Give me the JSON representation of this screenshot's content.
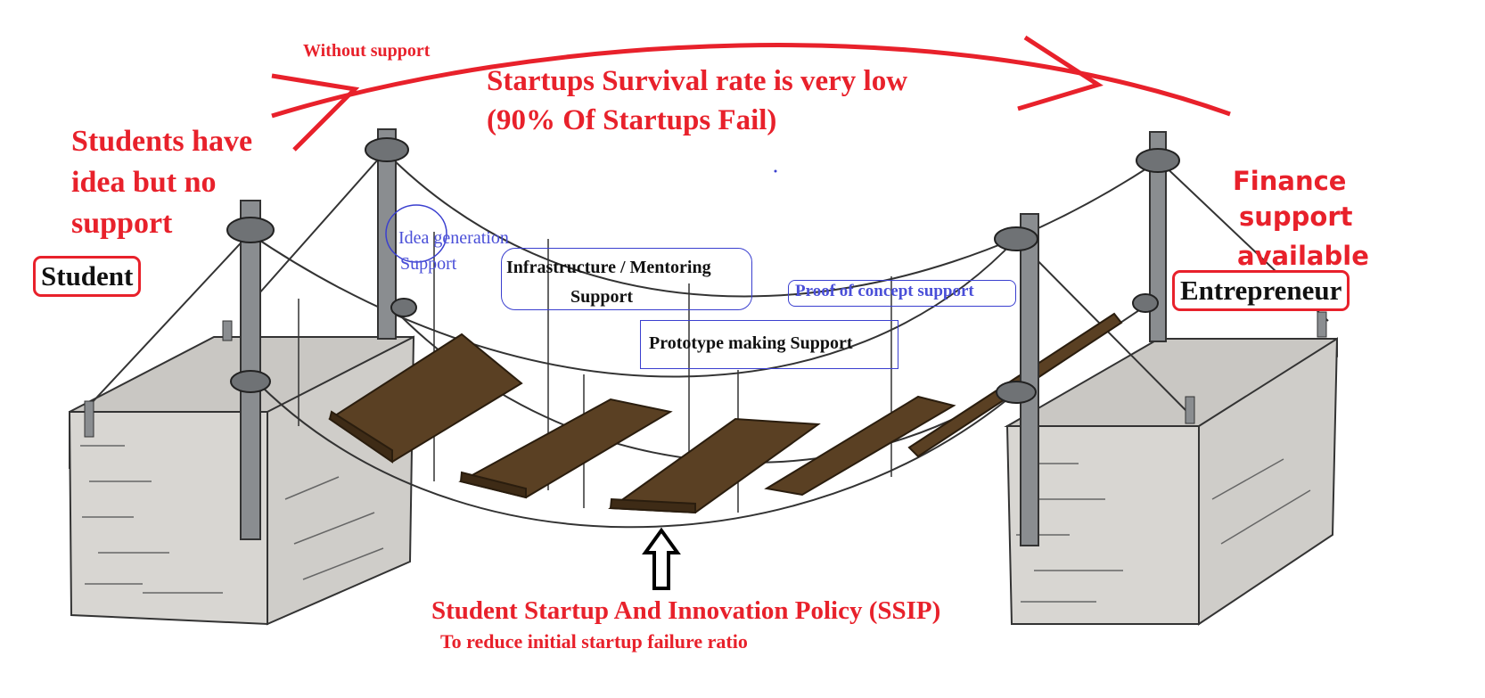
{
  "header": {
    "without_support": "Without support",
    "survival_line1": "Startups Survival rate is very low",
    "survival_line2": "(90% Of Startups Fail)"
  },
  "left": {
    "note_line1": "Students have",
    "note_line2": "idea but no",
    "note_line3": "support",
    "label": "Student"
  },
  "right": {
    "note_line1": "Finance",
    "note_line2": "support",
    "note_line3": "available",
    "label": "Entrepreneur"
  },
  "supports": {
    "idea_line1": "Idea generation",
    "idea_line2": "Support",
    "infra_line1": "Infrastructure / Mentoring",
    "infra_line2": "Support",
    "proof": "Proof of concept support",
    "prototype": "Prototype making Support"
  },
  "footer": {
    "policy": "Student Startup And Innovation Policy (SSIP)",
    "subtitle": "To reduce initial startup failure ratio"
  },
  "colors": {
    "red": "#e8212b",
    "blue": "#4a4fd8",
    "wood": "#5a4023",
    "concrete": "#d8d6d2",
    "pole": "#8a8d90"
  }
}
